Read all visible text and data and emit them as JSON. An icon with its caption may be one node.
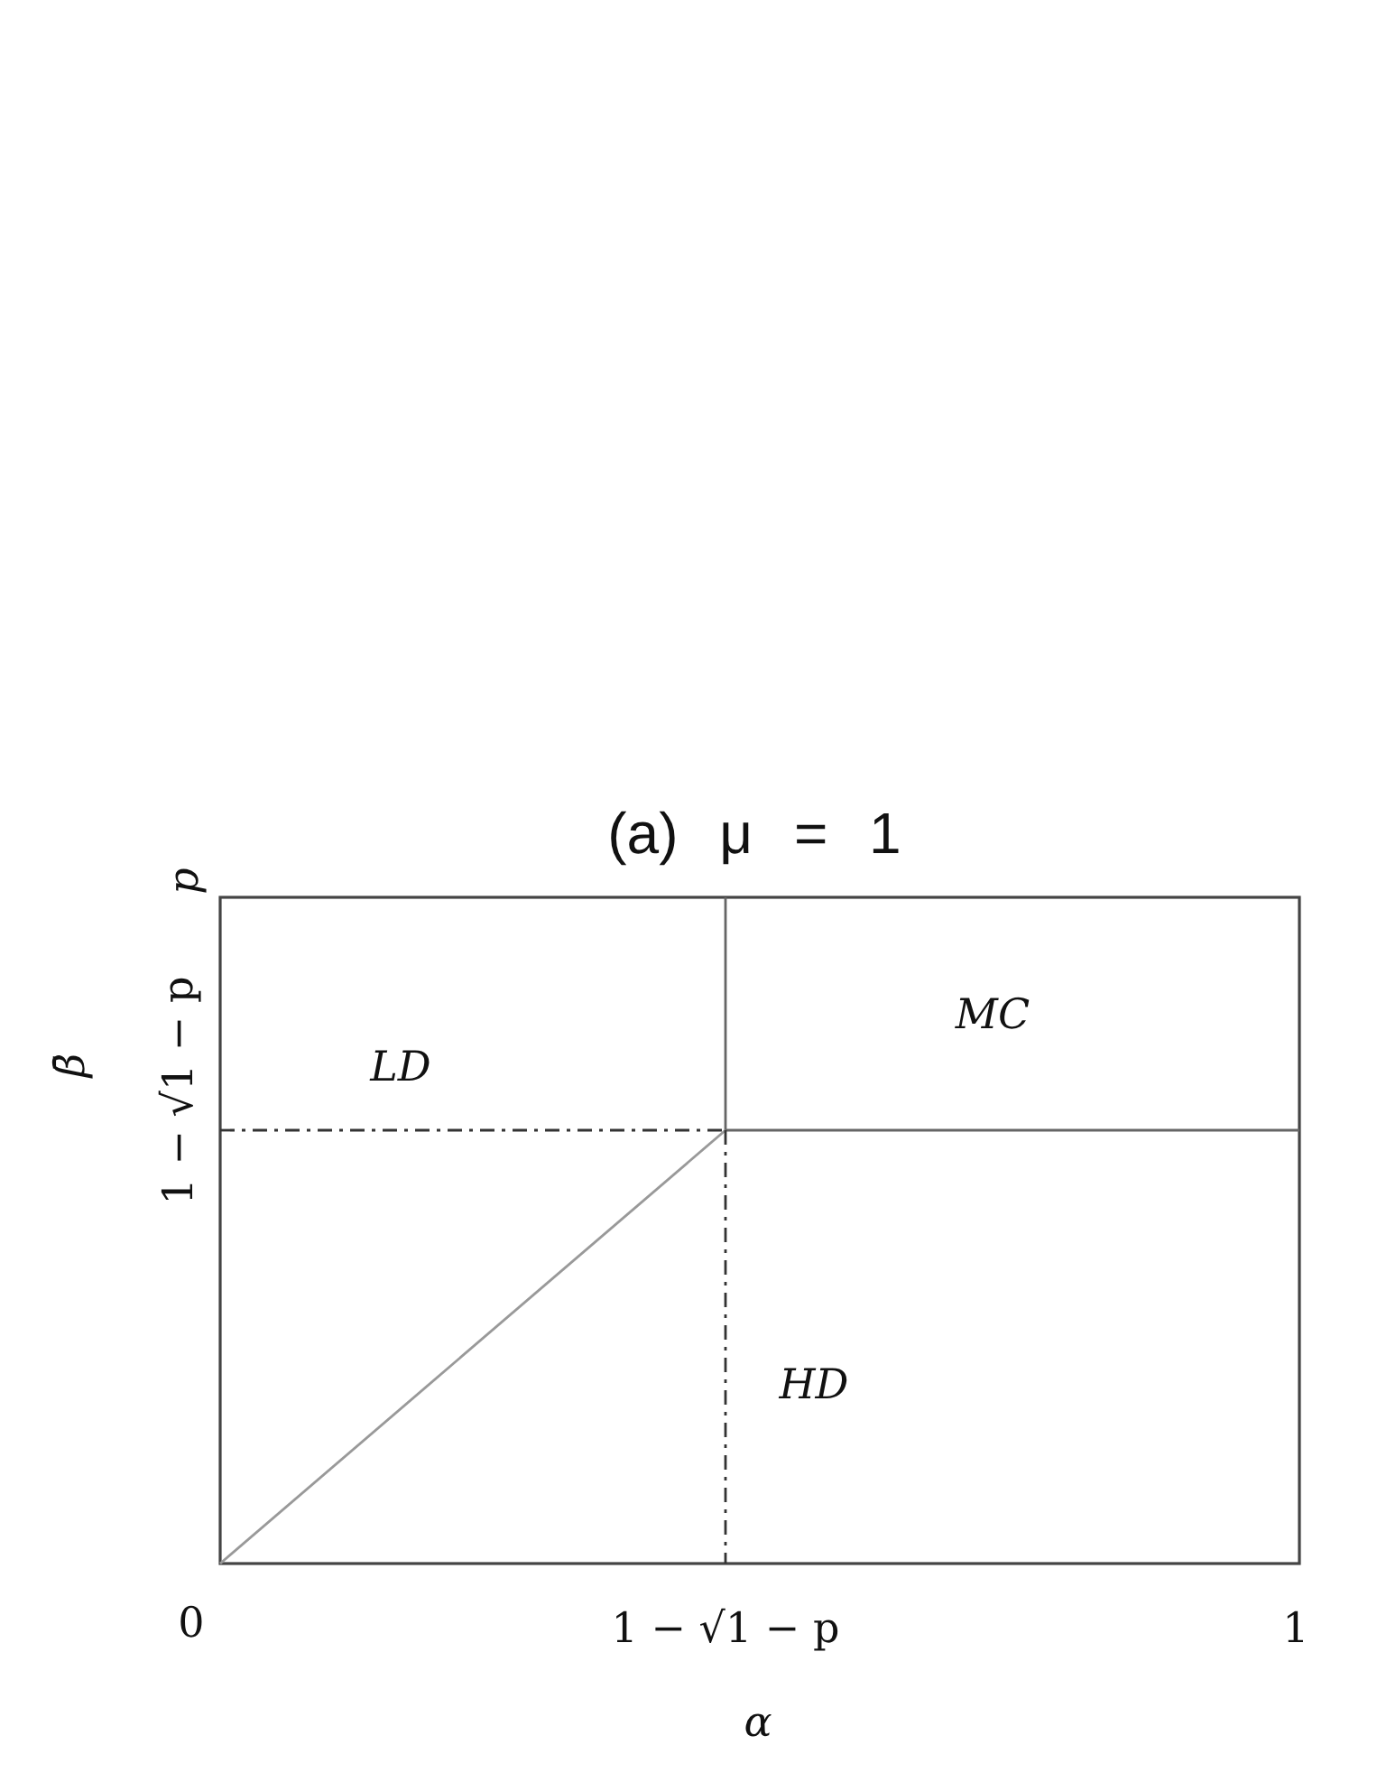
{
  "diagram": {
    "title": "(a) μ = 1",
    "labels": [
      "p",
      "1 − √1 − p",
      "β̄",
      "MC",
      "LD",
      "HD",
      "0",
      "1 − √1 − p",
      "1",
      "α"
    ]
  }
}
